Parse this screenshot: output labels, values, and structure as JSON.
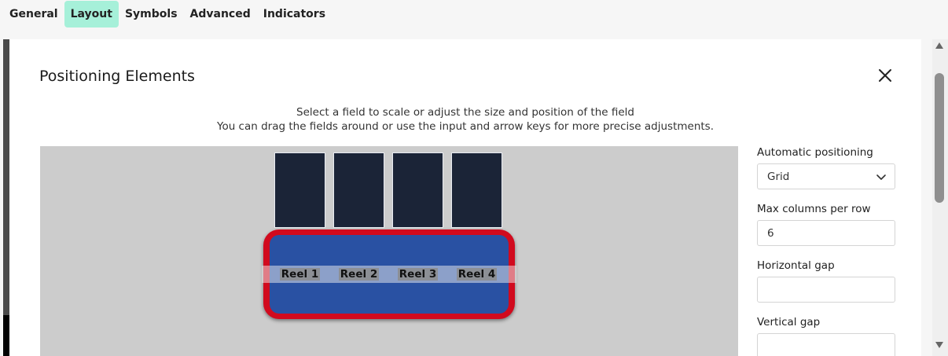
{
  "tabs": [
    {
      "label": "General"
    },
    {
      "label": "Layout",
      "active": true
    },
    {
      "label": "Symbols"
    },
    {
      "label": "Advanced"
    },
    {
      "label": "Indicators"
    }
  ],
  "modal": {
    "title": "Positioning Elements",
    "close_icon": "close-icon",
    "instructions": [
      "Select a field to scale or adjust the size and position of the field",
      "You can drag the fields around or use the input and arrow keys for more precise adjustments."
    ]
  },
  "canvas": {
    "background": "#cccccc",
    "frame_color": "#d10a1e",
    "inner_color": "#2951a3",
    "reels": [
      {
        "label": "Reel 1"
      },
      {
        "label": "Reel 2"
      },
      {
        "label": "Reel 3"
      },
      {
        "label": "Reel 4"
      }
    ]
  },
  "settings": {
    "auto_positioning": {
      "label": "Automatic positioning",
      "value": "Grid"
    },
    "max_columns": {
      "label": "Max columns per row",
      "value": "6"
    },
    "horizontal_gap": {
      "label": "Horizontal gap",
      "value": ""
    },
    "vertical_gap": {
      "label": "Vertical gap",
      "value": ""
    }
  },
  "colors": {
    "active_tab": "#a6f0d9",
    "reel_fill": "#1b2437"
  }
}
